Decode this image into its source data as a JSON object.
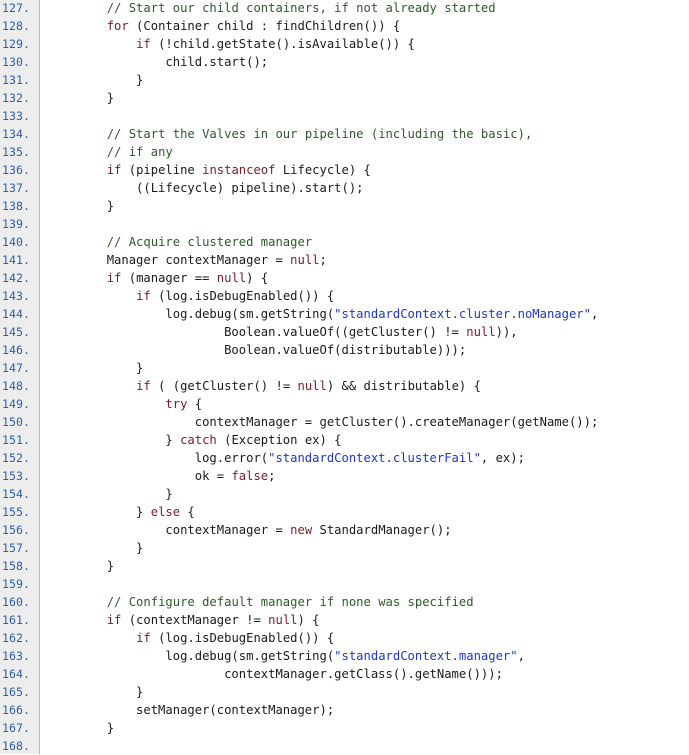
{
  "code_lines": [
    {
      "n": "127.",
      "segs": [
        {
          "t": "        "
        },
        {
          "t": "// Start our child containers, if not already started",
          "c": "cm"
        }
      ]
    },
    {
      "n": "128.",
      "segs": [
        {
          "t": "        "
        },
        {
          "t": "for",
          "c": "kw"
        },
        {
          "t": " (Container child : findChildren()) {"
        }
      ]
    },
    {
      "n": "129.",
      "segs": [
        {
          "t": "            "
        },
        {
          "t": "if",
          "c": "kw"
        },
        {
          "t": " (!child.getState().isAvailable()) {"
        }
      ]
    },
    {
      "n": "130.",
      "segs": [
        {
          "t": "                child.start();"
        }
      ]
    },
    {
      "n": "131.",
      "segs": [
        {
          "t": "            }"
        }
      ]
    },
    {
      "n": "132.",
      "segs": [
        {
          "t": "        }"
        }
      ]
    },
    {
      "n": "133.",
      "segs": []
    },
    {
      "n": "134.",
      "segs": [
        {
          "t": "        "
        },
        {
          "t": "// Start the Valves in our pipeline (including the basic),",
          "c": "cm"
        }
      ]
    },
    {
      "n": "135.",
      "segs": [
        {
          "t": "        "
        },
        {
          "t": "// if any",
          "c": "cm"
        }
      ]
    },
    {
      "n": "136.",
      "segs": [
        {
          "t": "        "
        },
        {
          "t": "if",
          "c": "kw"
        },
        {
          "t": " (pipeline "
        },
        {
          "t": "instanceof",
          "c": "kw"
        },
        {
          "t": " Lifecycle) {"
        }
      ]
    },
    {
      "n": "137.",
      "segs": [
        {
          "t": "            ((Lifecycle) pipeline).start();"
        }
      ]
    },
    {
      "n": "138.",
      "segs": [
        {
          "t": "        }"
        }
      ]
    },
    {
      "n": "139.",
      "segs": []
    },
    {
      "n": "140.",
      "segs": [
        {
          "t": "        "
        },
        {
          "t": "// Acquire clustered manager",
          "c": "cm"
        }
      ]
    },
    {
      "n": "141.",
      "segs": [
        {
          "t": "        Manager contextManager = "
        },
        {
          "t": "null",
          "c": "kw"
        },
        {
          "t": ";"
        }
      ]
    },
    {
      "n": "142.",
      "segs": [
        {
          "t": "        "
        },
        {
          "t": "if",
          "c": "kw"
        },
        {
          "t": " (manager == "
        },
        {
          "t": "null",
          "c": "kw"
        },
        {
          "t": ") {"
        }
      ]
    },
    {
      "n": "143.",
      "segs": [
        {
          "t": "            "
        },
        {
          "t": "if",
          "c": "kw"
        },
        {
          "t": " (log.isDebugEnabled()) {"
        }
      ]
    },
    {
      "n": "144.",
      "segs": [
        {
          "t": "                log.debug(sm.getString("
        },
        {
          "t": "\"standardContext.cluster.noManager\"",
          "c": "str"
        },
        {
          "t": ","
        }
      ]
    },
    {
      "n": "145.",
      "segs": [
        {
          "t": "                        Boolean.valueOf((getCluster() != "
        },
        {
          "t": "null",
          "c": "kw"
        },
        {
          "t": ")),"
        }
      ]
    },
    {
      "n": "146.",
      "segs": [
        {
          "t": "                        Boolean.valueOf(distributable)));"
        }
      ]
    },
    {
      "n": "147.",
      "segs": [
        {
          "t": "            }"
        }
      ]
    },
    {
      "n": "148.",
      "segs": [
        {
          "t": "            "
        },
        {
          "t": "if",
          "c": "kw"
        },
        {
          "t": " ( (getCluster() != "
        },
        {
          "t": "null",
          "c": "kw"
        },
        {
          "t": ") && distributable) {"
        }
      ]
    },
    {
      "n": "149.",
      "segs": [
        {
          "t": "                "
        },
        {
          "t": "try",
          "c": "kw"
        },
        {
          "t": " {"
        }
      ]
    },
    {
      "n": "150.",
      "segs": [
        {
          "t": "                    contextManager = getCluster().createManager(getName());"
        }
      ]
    },
    {
      "n": "151.",
      "segs": [
        {
          "t": "                } "
        },
        {
          "t": "catch",
          "c": "kw"
        },
        {
          "t": " (Exception ex) {"
        }
      ]
    },
    {
      "n": "152.",
      "segs": [
        {
          "t": "                    log.error("
        },
        {
          "t": "\"standardContext.clusterFail\"",
          "c": "str"
        },
        {
          "t": ", ex);"
        }
      ]
    },
    {
      "n": "153.",
      "segs": [
        {
          "t": "                    ok = "
        },
        {
          "t": "false",
          "c": "kw"
        },
        {
          "t": ";"
        }
      ]
    },
    {
      "n": "154.",
      "segs": [
        {
          "t": "                }"
        }
      ]
    },
    {
      "n": "155.",
      "segs": [
        {
          "t": "            } "
        },
        {
          "t": "else",
          "c": "kw"
        },
        {
          "t": " {"
        }
      ]
    },
    {
      "n": "156.",
      "segs": [
        {
          "t": "                contextManager = "
        },
        {
          "t": "new",
          "c": "kw"
        },
        {
          "t": " StandardManager();"
        }
      ]
    },
    {
      "n": "157.",
      "segs": [
        {
          "t": "            }"
        }
      ]
    },
    {
      "n": "158.",
      "segs": [
        {
          "t": "        }"
        }
      ]
    },
    {
      "n": "159.",
      "segs": []
    },
    {
      "n": "160.",
      "segs": [
        {
          "t": "        "
        },
        {
          "t": "// Configure default manager if none was specified",
          "c": "cm"
        }
      ]
    },
    {
      "n": "161.",
      "segs": [
        {
          "t": "        "
        },
        {
          "t": "if",
          "c": "kw"
        },
        {
          "t": " (contextManager != "
        },
        {
          "t": "null",
          "c": "kw"
        },
        {
          "t": ") {"
        }
      ]
    },
    {
      "n": "162.",
      "segs": [
        {
          "t": "            "
        },
        {
          "t": "if",
          "c": "kw"
        },
        {
          "t": " (log.isDebugEnabled()) {"
        }
      ]
    },
    {
      "n": "163.",
      "segs": [
        {
          "t": "                log.debug(sm.getString("
        },
        {
          "t": "\"standardContext.manager\"",
          "c": "str"
        },
        {
          "t": ","
        }
      ]
    },
    {
      "n": "164.",
      "segs": [
        {
          "t": "                        contextManager.getClass().getName()));"
        }
      ]
    },
    {
      "n": "165.",
      "segs": [
        {
          "t": "            }"
        }
      ]
    },
    {
      "n": "166.",
      "segs": [
        {
          "t": "            setManager(contextManager);"
        }
      ]
    },
    {
      "n": "167.",
      "segs": [
        {
          "t": "        }"
        }
      ]
    },
    {
      "n": "168.",
      "segs": []
    }
  ],
  "colors": {
    "keyword": "#7a1c26",
    "string": "#1b38c6",
    "comment": "#2d5a2a",
    "line_number": "#2d5fa8",
    "gutter_bg": "#ededed"
  }
}
